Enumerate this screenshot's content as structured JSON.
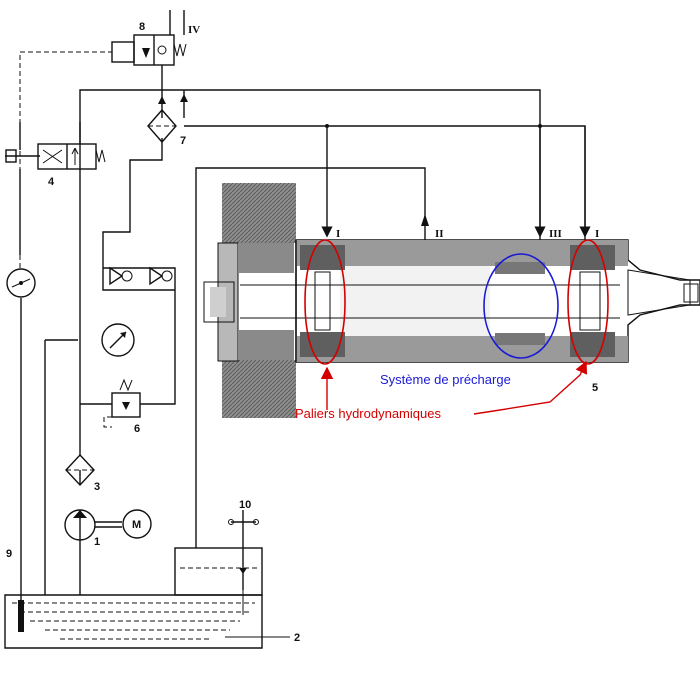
{
  "components": {
    "c1": "1",
    "c2": "2",
    "c3": "3",
    "c4": "4",
    "c5": "5",
    "c6": "6",
    "c7": "7",
    "c8": "8",
    "c9": "9",
    "c10": "10"
  },
  "motor_label": "M",
  "roman": {
    "r4": "IV",
    "r1_left": "I",
    "r2": "II",
    "r3": "III",
    "r1_right": "I"
  },
  "annotations": {
    "precharge": "Système de précharge",
    "bearings": "Paliers hydrodynamiques"
  },
  "colors": {
    "annotation_red": "#d40000",
    "annotation_blue": "#1a1ad6",
    "line": "#111111"
  }
}
